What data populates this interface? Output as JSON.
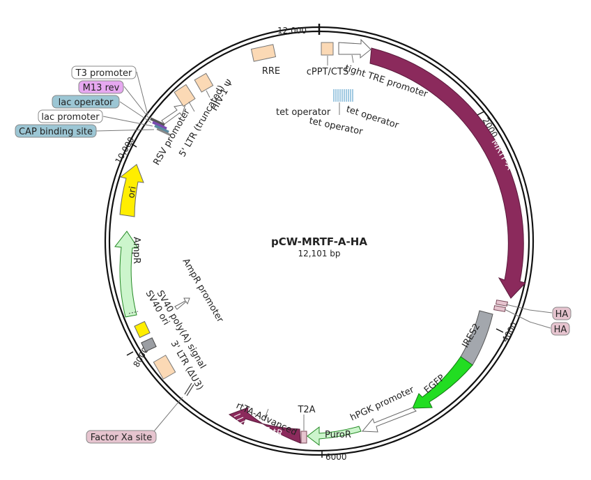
{
  "plasmid": {
    "name": "pCW-MRTF-A-HA",
    "length": "12,101 bp"
  },
  "ticks": [
    "2000",
    "4000",
    "6000",
    "8000",
    "10,000",
    "12,000"
  ],
  "features": {
    "mrtf": "MRTF-A",
    "ires2": "IRES2",
    "egfp": "EGFP",
    "hpgk": "hPGK promoter",
    "puror": "PuroR",
    "t2a": "T2A",
    "rttaAdv": "rtTA-Advanced",
    "rtetr": "rTetR",
    "ltr3": "3' LTR (ΔU3)",
    "sv40polyA": "SV40 poly(A) signal",
    "sv40ori": "SV40 ori",
    "amprPromoter": "AmpR promoter",
    "ampr": "AmpR",
    "ori": "ori",
    "rsv": "RSV promoter",
    "ltr5": "5' LTR (truncated)",
    "hiv": "HIV-1 Ψ",
    "rre": "RRE",
    "cppt": "cPPT/CTS",
    "tre": "tight TRE promoter",
    "tetop1": "tet operator",
    "tetop2": "tet operator",
    "tetop3": "tet operator"
  },
  "callouts": {
    "t3": "T3 promoter",
    "m13": "M13 rev",
    "lacop": "lac operator",
    "lacprom": "lac promoter",
    "cap": "CAP binding site",
    "ha1": "HA",
    "ha2": "HA",
    "xa": "Factor Xa site"
  },
  "colors": {
    "mrtf": "#8b2a5c",
    "ires2": "#a3a7ad",
    "egfp": "#22dd22",
    "puror": "#ccf5cc",
    "rtetr": "#8b2a5c",
    "ampr": "#ccf5cc",
    "ori": "#ffee00",
    "sv40ori": "#ffee00",
    "polyA": "#9b9ea3",
    "ltr": "#fbd9b5",
    "tetop": "#7ab3d6",
    "ha": "#e6c4cf",
    "m13": "#e6a8f0",
    "lac": "#9cc6d4",
    "xa": "#e6c4cf",
    "plain": "#ffffff"
  }
}
